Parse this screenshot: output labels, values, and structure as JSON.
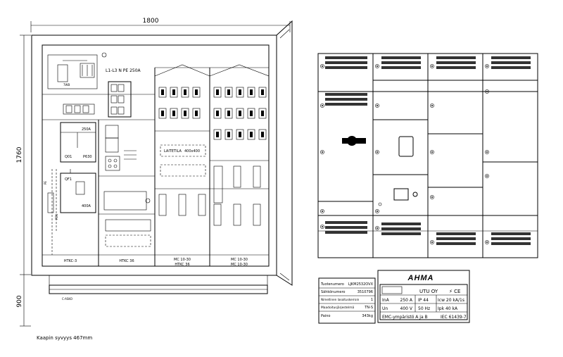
{
  "dimensions": {
    "width": "1800",
    "height_upper": "1760",
    "height_lower": "900",
    "depth_note": "Kaapin syvyys 467mm"
  },
  "panel_labels": {
    "busbar": "L1-L3 N PE 250A",
    "main_switch_rating": "250A",
    "q01": "Q01",
    "q01_type": "P630",
    "qf1": "QF1",
    "qf1_rating": "400A",
    "breaker_small": "7WB",
    "blank_plate": "LAITETILA",
    "blank_plate_size": "400x400",
    "socket": "C-ASKO",
    "pe_label": "PE",
    "pen_label": "PEN"
  },
  "section_labels": {
    "s1": "HTKC-3",
    "s2": "HTKC 36",
    "s3a": "MC 10-30",
    "s3b": "HTKC 36",
    "s4a": "MC 10-30",
    "s4b": "MC 10-30"
  },
  "type_table": {
    "rows": [
      {
        "label": "Tuotenumero",
        "value": "LJKM2532OVX"
      },
      {
        "label": "Sähkönumero",
        "value": "3510796"
      },
      {
        "label": "Nimellinen lasoituskerroin",
        "value": "1"
      },
      {
        "label": "Maadoitusjärjestelmä",
        "value": "TN-S"
      },
      {
        "label": "Paino",
        "value": "343kg"
      }
    ]
  },
  "nameplate": {
    "brand": "AHMA",
    "company": "UTU OY",
    "rows": [
      [
        "InA",
        "250 A",
        "IP 44",
        "Icw 20 kA/1s"
      ],
      [
        "Un",
        "400 V",
        "50 Hz",
        "Ipk 40 kA"
      ]
    ],
    "emc": "EMC-ympäristö  A ja B",
    "standard": "IEC 61439-7"
  },
  "colors": {
    "line": "#000000",
    "background": "#ffffff"
  }
}
